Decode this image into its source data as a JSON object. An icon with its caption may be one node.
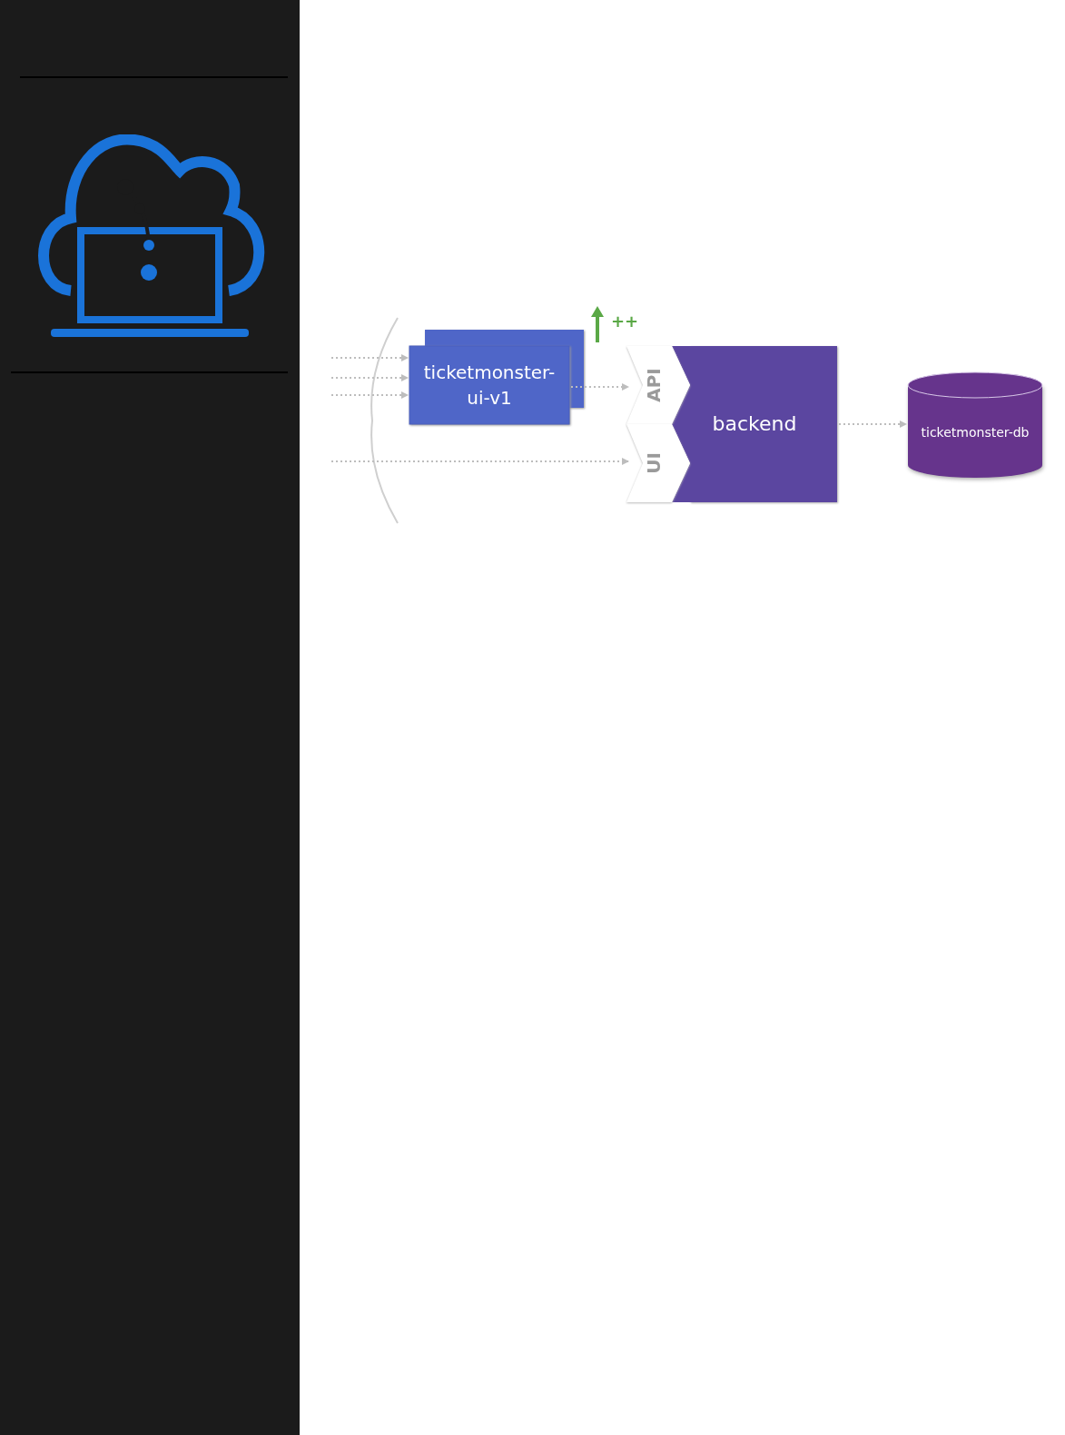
{
  "diagram": {
    "nodes": [
      {
        "text": [
          "ticketmonster-ui-v1"
        ]
      },
      {
        "text": [
          "backend"
        ]
      },
      {
        "text": [
          "API"
        ]
      },
      {
        "text": [
          "UI"
        ]
      },
      {
        "text": [
          "ticketmonster-db"
        ]
      }
    ],
    "edges": [
      {
        "from": null,
        "to": 0,
        "arrow": "to",
        "style": "dashed"
      },
      {
        "from": null,
        "to": 0,
        "arrow": "to",
        "style": "dashed"
      },
      {
        "from": null,
        "to": 0,
        "arrow": "to",
        "style": "dashed"
      },
      {
        "from": 0,
        "to": 2,
        "arrow": "to",
        "style": "dashed"
      },
      {
        "from": null,
        "to": 3,
        "arrow": "to",
        "style": "dashed"
      },
      {
        "from": 1,
        "to": 4,
        "arrow": "to",
        "style": "dashed"
      }
    ],
    "labels": [
      "++"
    ]
  }
}
